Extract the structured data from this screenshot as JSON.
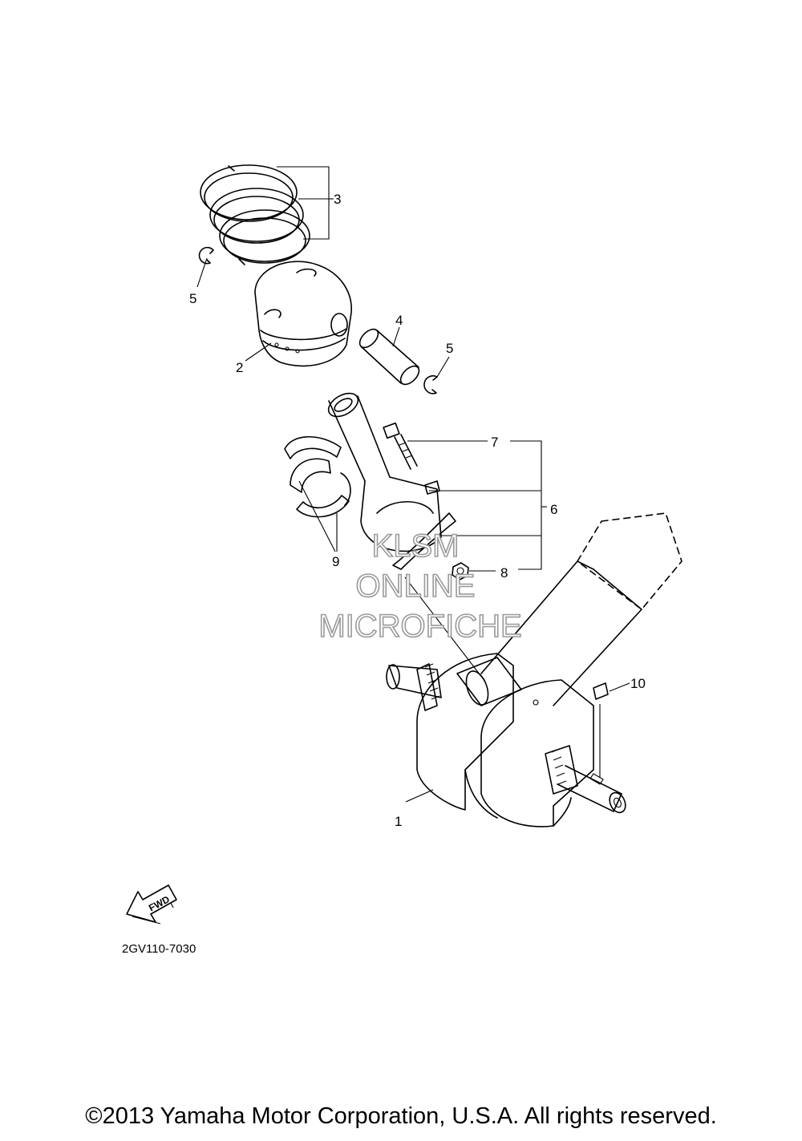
{
  "diagram": {
    "callouts": {
      "c1": "1",
      "c2": "2",
      "c3": "3",
      "c4": "4",
      "c5a": "5",
      "c5b": "5",
      "c6": "6",
      "c7": "7",
      "c8": "8",
      "c9": "9",
      "c10": "10"
    },
    "watermark": {
      "line1": "KLSM",
      "line2": "ONLINE",
      "line3": "MICROFICHE"
    },
    "fwd_label": "FWD",
    "part_code": "2GV110-7030"
  },
  "footer": {
    "copyright": "©2013 Yamaha Motor Corporation, U.S.A. All rights reserved."
  }
}
